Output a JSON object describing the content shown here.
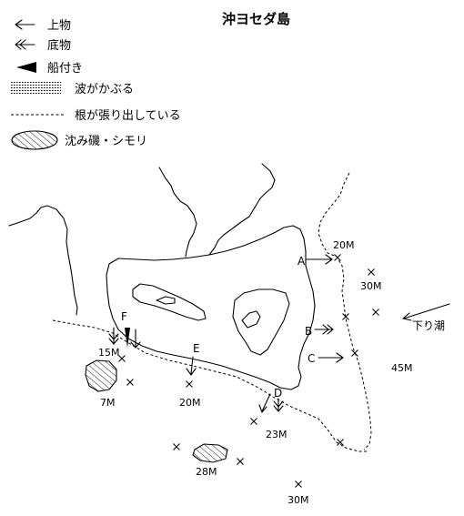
{
  "title": "沖ヨセダ島",
  "legend": {
    "items": [
      {
        "key": "kamimono",
        "symbol": "arrow-left-icon",
        "label": "上物"
      },
      {
        "key": "sokomono",
        "symbol": "double-arrow-left-icon",
        "label": "底物"
      },
      {
        "key": "funatsuki",
        "symbol": "wedge-icon",
        "label": "船付き"
      },
      {
        "key": "nami",
        "symbol": "wave-pattern-icon",
        "label": "波がかぶる"
      },
      {
        "key": "ne",
        "symbol": "dashed-line-icon",
        "label": "根が張り出している"
      },
      {
        "key": "shizumiiso",
        "symbol": "hatched-ellipse-icon",
        "label": "沈み磯・シモリ"
      }
    ]
  },
  "points": [
    {
      "id": "A",
      "label": "A"
    },
    {
      "id": "B",
      "label": "B"
    },
    {
      "id": "C",
      "label": "C"
    },
    {
      "id": "D",
      "label": "D"
    },
    {
      "id": "E",
      "label": "E"
    },
    {
      "id": "F",
      "label": "F"
    }
  ],
  "depths": [
    {
      "id": "d20m_a",
      "label": "20M"
    },
    {
      "id": "d30m_e",
      "label": "30M"
    },
    {
      "id": "d45m",
      "label": "45M"
    },
    {
      "id": "d15m",
      "label": "15M"
    },
    {
      "id": "d7m",
      "label": "7M"
    },
    {
      "id": "d20m_e",
      "label": "20M"
    },
    {
      "id": "d23m",
      "label": "23M"
    },
    {
      "id": "d28m",
      "label": "28M"
    },
    {
      "id": "d30m_s",
      "label": "30M"
    }
  ],
  "tide": {
    "label": "下り潮"
  }
}
